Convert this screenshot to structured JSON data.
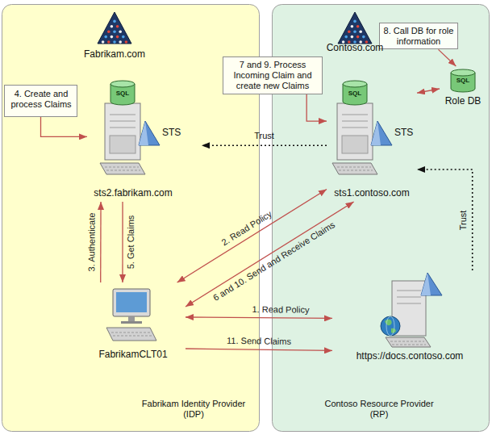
{
  "diagram": {
    "nodes": [
      {
        "text": [
          "Fabrikam Identity Provider (IDP)"
        ]
      },
      {
        "text": [
          "Contoso Resource Provider (RP)"
        ]
      },
      {
        "text": [
          "Fabrikam.com"
        ],
        "in": 0
      },
      {
        "text": [
          "4. Create and process Claims"
        ],
        "in": 0
      },
      {
        "text": [
          "STS",
          "sts2.fabrikam.com"
        ],
        "in": 0
      },
      {
        "text": [
          "FabrikamCLT01"
        ],
        "in": 0
      },
      {
        "text": [
          "7 and 9. Process Incoming Claim and create new Claims"
        ],
        "in": 1
      },
      {
        "text": [
          "8. Call DB for role information"
        ],
        "in": 1
      },
      {
        "text": [
          "Contoso.com"
        ],
        "in": 1
      },
      {
        "text": [
          "Role DB"
        ],
        "in": 1
      },
      {
        "text": [
          "STS",
          "sts1.contoso.com"
        ],
        "in": 1
      },
      {
        "text": [
          "https://docs.contoso.com"
        ],
        "in": 1
      }
    ],
    "edges": [
      {
        "from": 10,
        "to": 4,
        "arrow": "to",
        "label": "Trust"
      },
      {
        "from": 11,
        "to": 10,
        "arrow": "to",
        "label": "Trust"
      },
      {
        "from": 5,
        "to": 11,
        "arrow": "both",
        "label": "1. Read Policy"
      },
      {
        "from": 5,
        "to": 10,
        "arrow": "both",
        "label": "2. Read Policy"
      },
      {
        "from": 5,
        "to": 4,
        "arrow": "to",
        "label": "3. Authenticate"
      },
      {
        "from": 4,
        "to": 5,
        "arrow": "to",
        "label": "5. Get Claims"
      },
      {
        "from": 5,
        "to": 10,
        "arrow": "both",
        "label": "6 and 10. Send and Receive Claims"
      },
      {
        "from": 10,
        "to": 9,
        "arrow": "both"
      },
      {
        "from": 5,
        "to": 11,
        "arrow": "to",
        "label": "11. Send Claims"
      },
      {
        "from": 3,
        "to": 4,
        "arrow": "to"
      },
      {
        "from": 6,
        "to": 10,
        "arrow": "to"
      },
      {
        "from": 7,
        "to": 9,
        "arrow": "to"
      }
    ],
    "labels": [
      "SQL",
      "SQL",
      "SQL"
    ]
  }
}
